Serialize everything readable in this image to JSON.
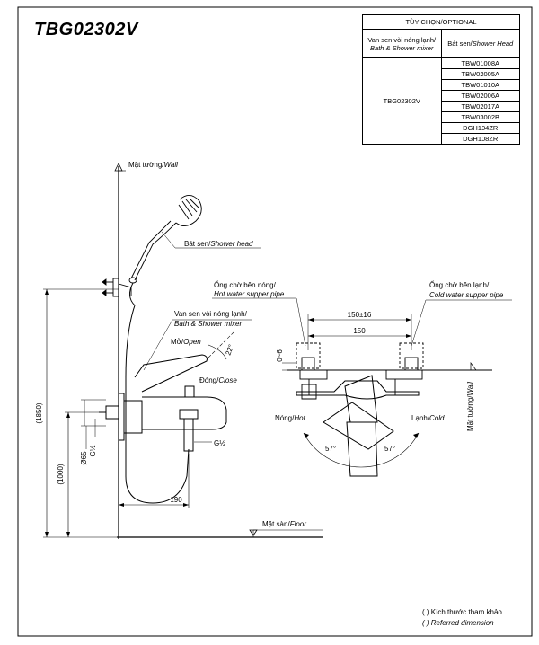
{
  "title": "TBG02302V",
  "options_table": {
    "header": "TÙY CHỌN/OPTIONAL",
    "col1_label_vi": "Van sen vòi nóng lạnh/",
    "col1_label_en": "Bath & Shower mixer",
    "col2_label_vi": "Bát sen/",
    "col2_label_en": "Shower Head",
    "model": "TBG02302V",
    "shower_heads": [
      "TBW01008A",
      "TBW02005A",
      "TBW01010A",
      "TBW02006A",
      "TBW02017A",
      "TBW03002B",
      "DGH104ZR",
      "DGH108ZR"
    ]
  },
  "labels": {
    "wall_vi": "Mặt tường/",
    "wall_en": "Wall",
    "shower_head_vi": "Bát sen/",
    "shower_head_en": "Shower head",
    "mixer_vi": "Van sen vòi nóng lạnh/",
    "mixer_en": "Bath & Shower mixer",
    "open_vi": "Mở/",
    "open_en": "Open",
    "close_vi": "Đóng/",
    "close_en": "Close",
    "angle_22": "22°",
    "hot_pipe_vi": "Ống chờ bên nóng/",
    "hot_pipe_en": "Hot water supper pipe",
    "cold_pipe_vi": "Ống chờ bên lạnh/",
    "cold_pipe_en": "Cold water supper pipe",
    "hot_vi": "Nóng/",
    "hot_en": "Hot",
    "cold_vi": "Lạnh/",
    "cold_en": "Cold",
    "wall2_vi": "Mặt tường/",
    "wall2_en": "Wall",
    "floor_vi": "Mặt sàn/",
    "floor_en": "Floor",
    "angle_57_left": "57°",
    "angle_57_right": "57°"
  },
  "dimensions": {
    "d_1850": "(1850)",
    "d_1000": "(1000)",
    "d_phi65": "Ø65",
    "d_g12_left": "G½",
    "d_g12_right": "G½",
    "d_190": "190",
    "d_150pm16": "150±16",
    "d_150": "150",
    "d_0_6": "0~6"
  },
  "legend": {
    "line1": "(      ) Kích thước tham khảo",
    "line2": "(      ) Referred dimension"
  }
}
